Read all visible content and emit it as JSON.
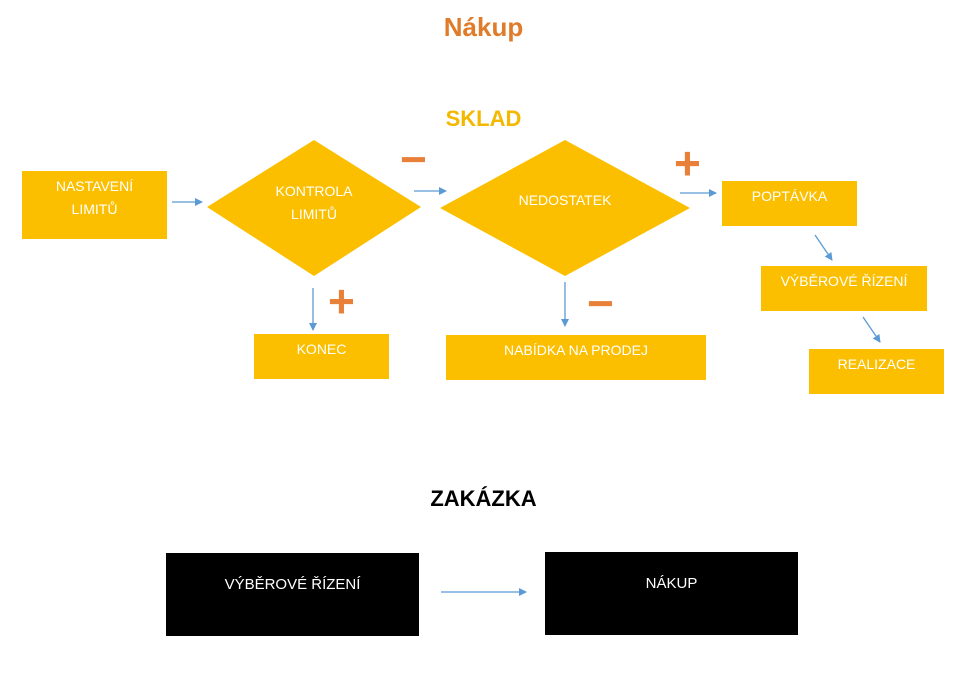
{
  "title": "Nákup",
  "sklad": {
    "heading": "SKLAD",
    "nastaveni": {
      "line1": "NASTAVENÍ",
      "line2": "LIMITŮ"
    },
    "kontrola": {
      "line1": "KONTROLA",
      "line2": "LIMITŮ"
    },
    "nedostatek": "NEDOSTATEK",
    "poptavka": "POPTÁVKA",
    "vyberove_rizeni": "VÝBĚROVÉ ŘÍZENÍ",
    "realizace": "REALIZACE",
    "konec": "KONEC",
    "nabidka": "NABÍDKA NA PRODEJ",
    "plus": "+",
    "minus": "−"
  },
  "zakazka": {
    "heading": "ZAKÁZKA",
    "vyberove_rizeni": "VÝBĚROVÉ ŘÍZENÍ",
    "nakup": "NÁKUP"
  },
  "colors": {
    "box": "#fbbf00",
    "title": "#e07b2a",
    "sign": "#e8803a",
    "arrow": "#5b9bd5"
  }
}
